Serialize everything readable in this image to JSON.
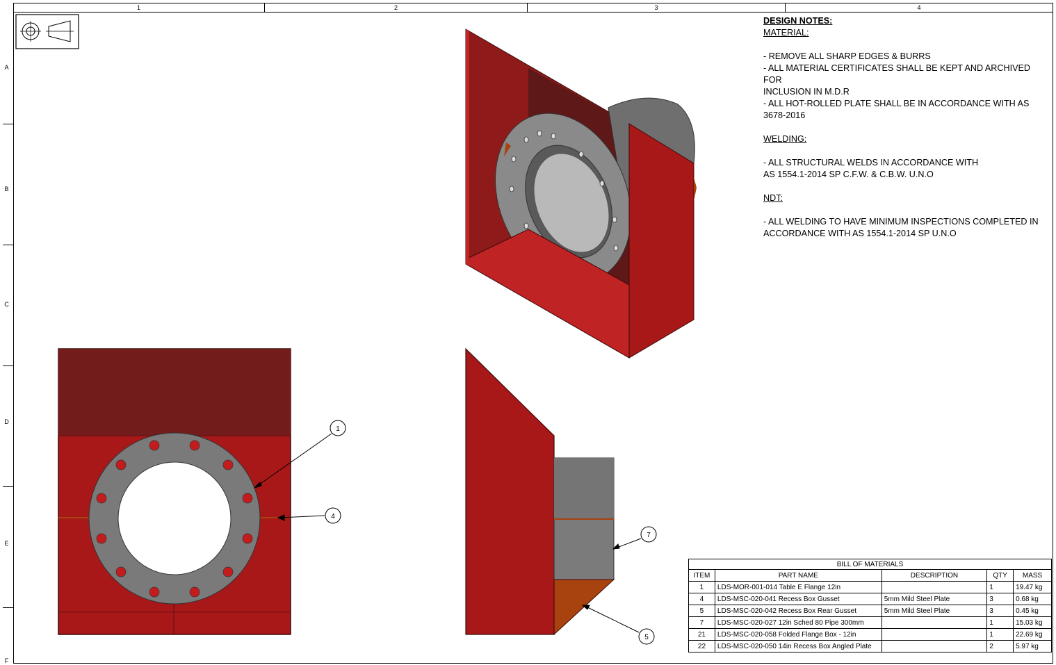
{
  "sheet": {
    "zones_horizontal": [
      "1",
      "2",
      "3",
      "4"
    ],
    "zones_vertical": [
      "A",
      "B",
      "C",
      "D",
      "E",
      "F"
    ]
  },
  "design_notes": {
    "title": "DESIGN NOTES:",
    "material_heading": "MATERIAL:",
    "material_lines": [
      "- REMOVE ALL SHARP EDGES & BURRS",
      "- ALL MATERIAL CERTIFICATES SHALL BE KEPT AND ARCHIVED FOR",
      "INCLUSION IN M.D.R",
      "- ALL HOT-ROLLED PLATE SHALL BE IN ACCORDANCE WITH AS",
      "3678-2016"
    ],
    "welding_heading": "WELDING:",
    "welding_lines": [
      "- ALL STRUCTURAL WELDS IN ACCORDANCE WITH",
      "AS 1554.1-2014 SP C.F.W. & C.B.W. U.N.O"
    ],
    "ndt_heading": "NDT:",
    "ndt_lines": [
      "- ALL WELDING TO HAVE MINIMUM INSPECTIONS COMPLETED IN",
      "ACCORDANCE WITH AS 1554.1-2014 SP U.N.O"
    ]
  },
  "balloons": [
    "1",
    "4",
    "7",
    "5"
  ],
  "bom": {
    "title": "BILL OF MATERIALS",
    "headers": [
      "ITEM",
      "PART NAME",
      "DESCRIPTION",
      "QTY",
      "MASS"
    ],
    "rows": [
      [
        "1",
        "LDS-MOR-001-014 Table E Flange 12in",
        "",
        "1",
        "19.47 kg"
      ],
      [
        "4",
        "LDS-MSC-020-041 Recess Box Gusset",
        "5mm Mild Steel Plate",
        "3",
        "0.68 kg"
      ],
      [
        "5",
        "LDS-MSC-020-042 Recess Box Rear Gusset",
        "5mm Mild Steel Plate",
        "3",
        "0.45 kg"
      ],
      [
        "7",
        "LDS-MSC-020-027 12in Sched 80 Pipe 300mm",
        "",
        "1",
        "15.03 kg"
      ],
      [
        "21",
        "LDS-MSC-020-058 Folded Flange Box - 12in",
        "",
        "1",
        "22.69 kg"
      ],
      [
        "22",
        "LDS-MSC-020-050 14in Recess Box Angled Plate",
        "",
        "2",
        "5.97 kg"
      ]
    ]
  },
  "colors": {
    "plate_red": "#a81818",
    "plate_dark": "#721c1c",
    "steel_grey": "#7a7a7a",
    "gusset_orange": "#a8420e"
  }
}
